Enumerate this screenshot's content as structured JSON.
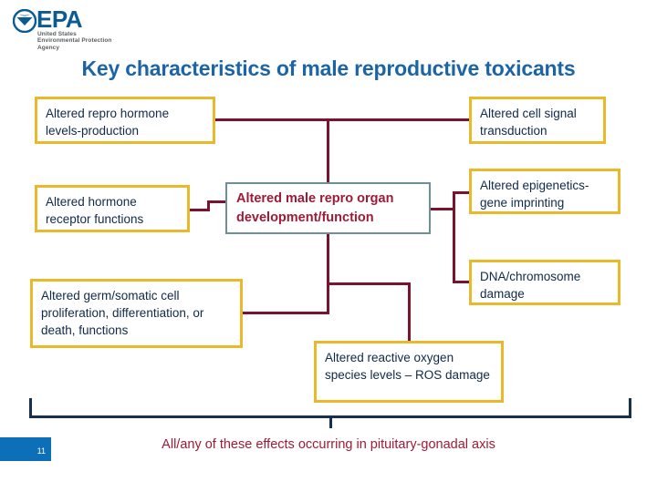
{
  "logo": {
    "wordmark": "EPA",
    "subtitle": "United States\nEnvironmental Protection\nAgency",
    "mark_name": "epa-seal-icon",
    "color": "#0b5a92"
  },
  "title": "Key characteristics of male reproductive toxicants",
  "colors": {
    "title_blue": "#1c64a8",
    "box_border_gold": "#e8b92b",
    "box_text_navy": "#102a47",
    "center_border_gray": "#6d8f95",
    "accent_maroon": "#9e1b37",
    "connector_maroon": "#7b1230",
    "brace_navy": "#17304f",
    "pagenum_blue": "#0d6fb8"
  },
  "boxes": {
    "hormone_levels": "Altered repro hormone levels-production",
    "cell_signal": "Altered cell signal transduction",
    "receptor": "Altered hormone receptor functions",
    "center": "Altered male repro organ development/function",
    "epigenetics": "Altered epigenetics-gene imprinting",
    "dna": "DNA/chromosome damage",
    "germ": "Altered germ/somatic cell proliferation, differentiation, or death, functions",
    "ros": "Altered reactive oxygen species levels – ROS damage"
  },
  "caption": "All/any of these effects occurring in pituitary-gonadal axis",
  "page_number": "11"
}
